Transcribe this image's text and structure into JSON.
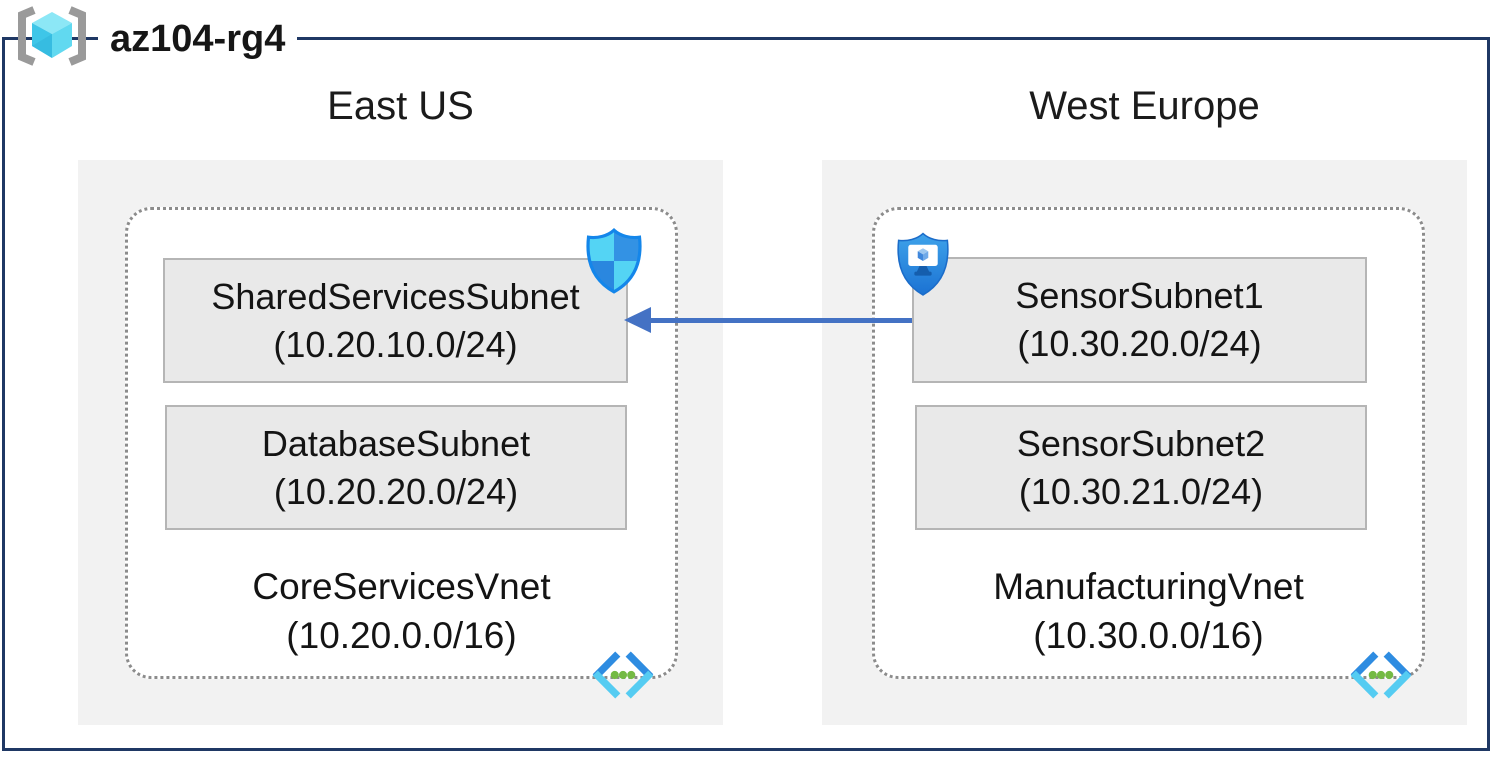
{
  "title": "az104-rg4",
  "regions": [
    {
      "name": "East US",
      "vnet": {
        "name": "CoreServicesVnet",
        "cidr": "(10.20.0.0/16)",
        "subnets": [
          {
            "name": "SharedServicesSubnet",
            "cidr": "(10.20.10.0/24)",
            "badge": "nsg-shield-icon"
          },
          {
            "name": "DatabaseSubnet",
            "cidr": "(10.20.20.0/24)",
            "badge": null
          }
        ]
      }
    },
    {
      "name": "West Europe",
      "vnet": {
        "name": "ManufacturingVnet",
        "cidr": "(10.30.0.0/16)",
        "subnets": [
          {
            "name": "SensorSubnet1",
            "cidr": "(10.30.20.0/24)",
            "badge": "defender-iot-shield-icon"
          },
          {
            "name": "SensorSubnet2",
            "cidr": "(10.30.21.0/24)",
            "badge": null
          }
        ]
      }
    }
  ],
  "connection": {
    "from": "SensorSubnet1",
    "to": "SharedServicesSubnet",
    "arrow_direction": "left",
    "color": "#4472c4"
  },
  "icons": {
    "title_icon": "resource-group-icon",
    "vnet_icon": "virtual-network-icon"
  },
  "colors": {
    "outer_border": "#1f3864",
    "region_fill": "#f2f2f2",
    "subnet_fill": "#e9e9e9",
    "subnet_border": "#b5b5b5",
    "vnet_dotted_border": "#8c8c8c",
    "arrow": "#4472c4"
  }
}
